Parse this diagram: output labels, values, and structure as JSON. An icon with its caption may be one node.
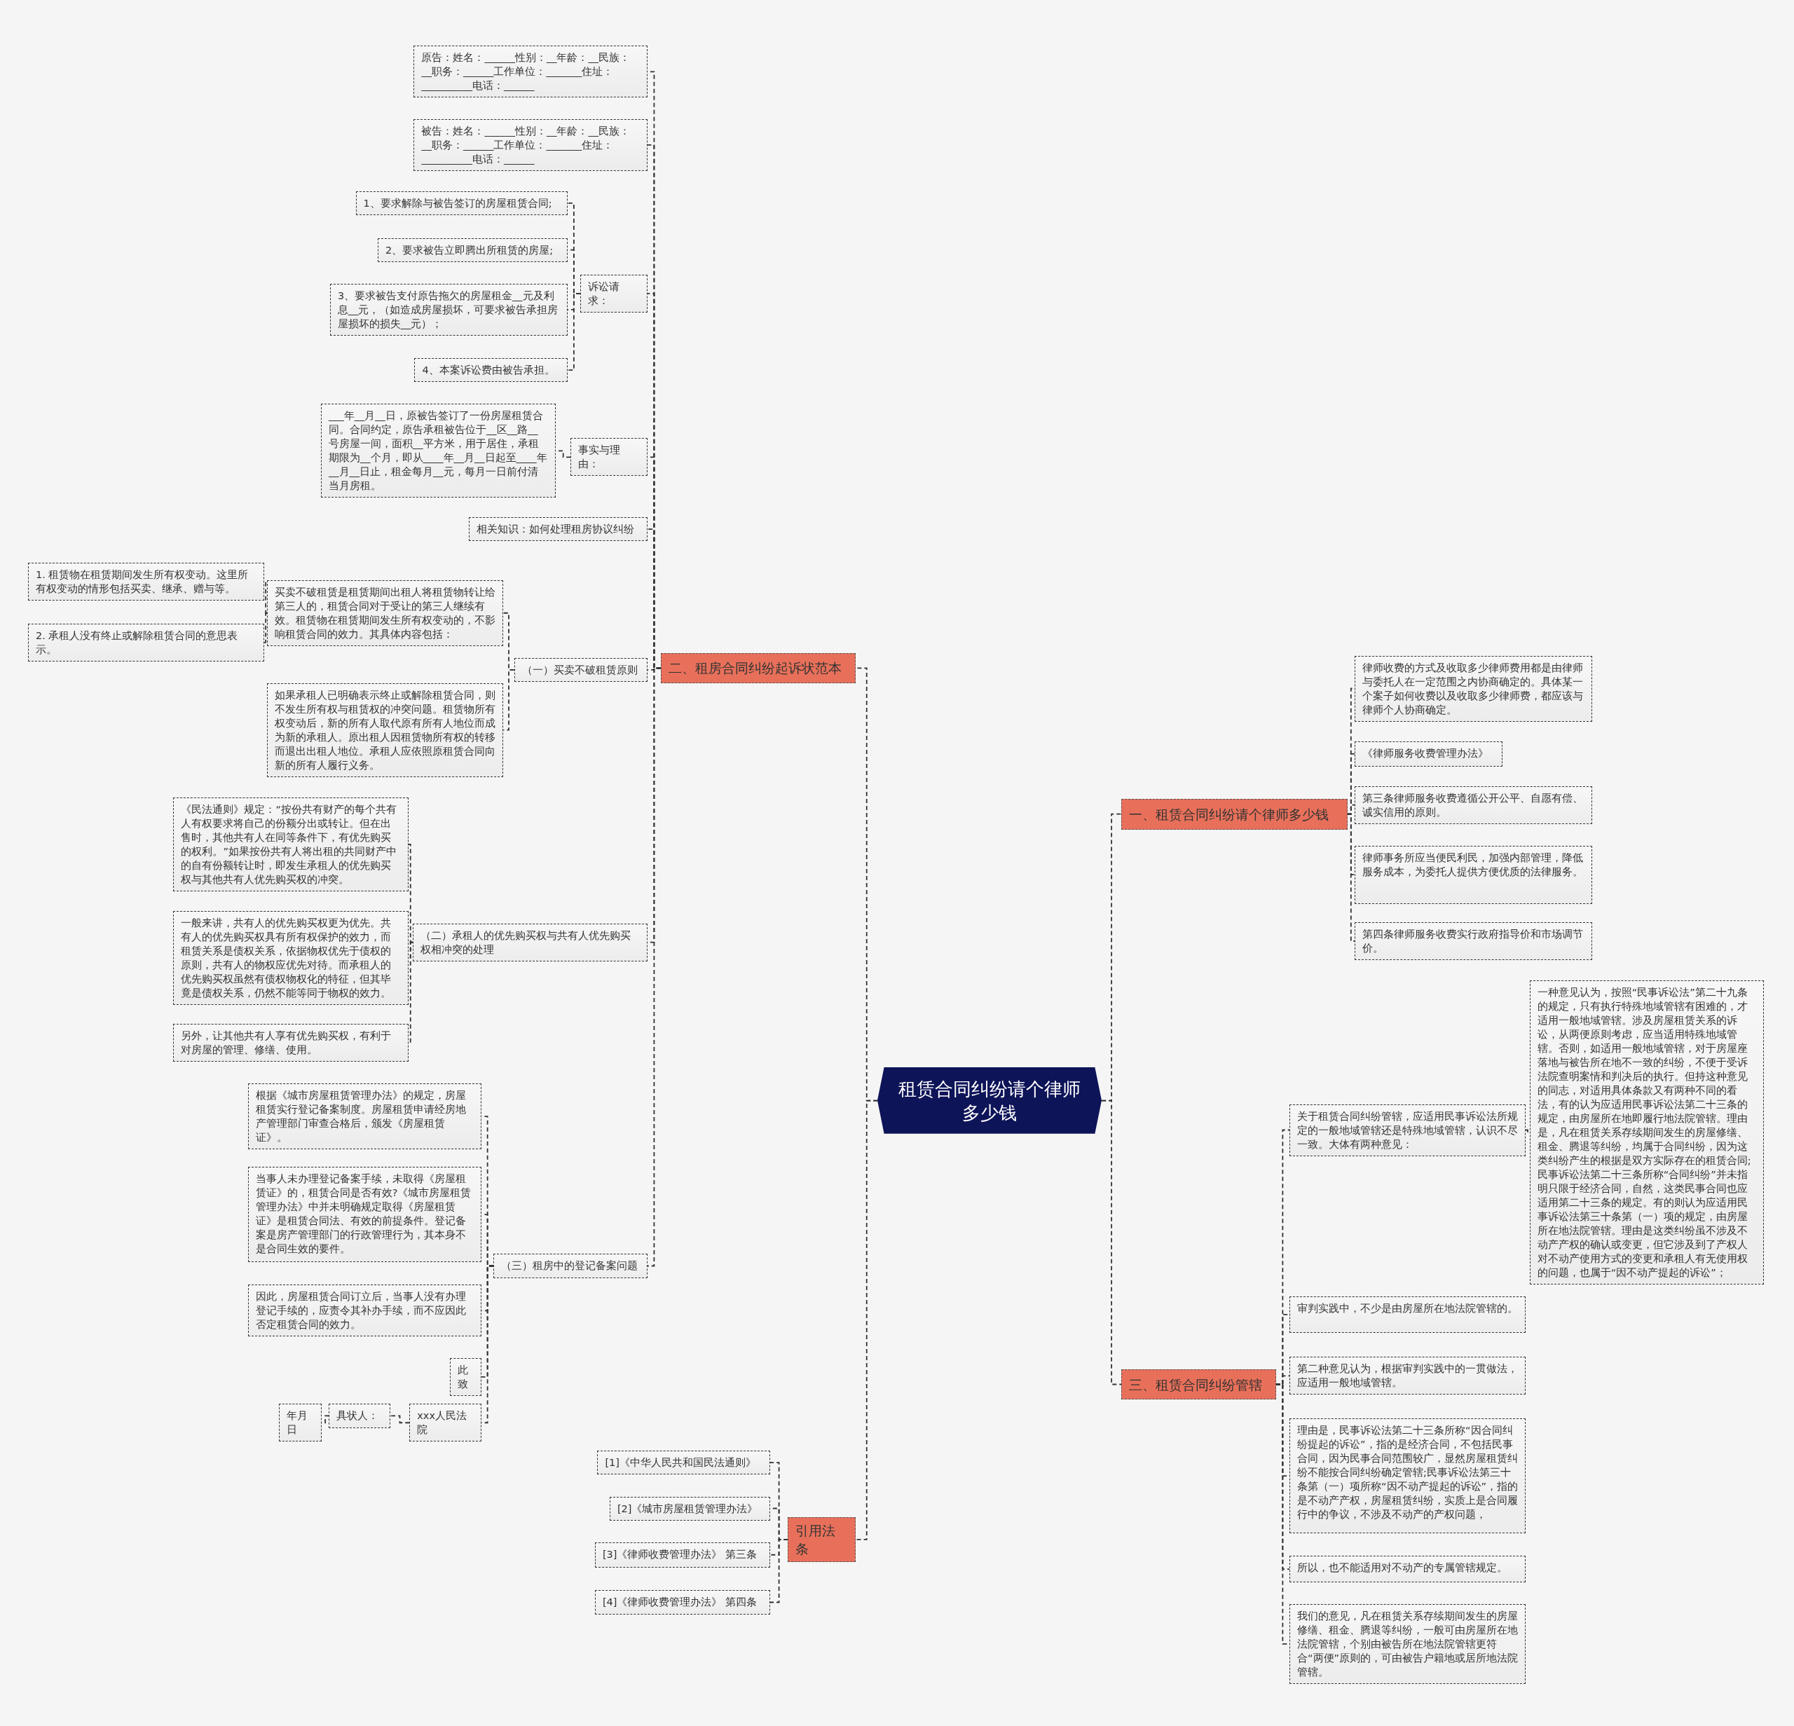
{
  "diagram": {
    "nodes": [
      {
        "text": [
          "租赁合同纠纷请个律师多少钱"
        ]
      },
      {
        "text": [
          "二、租房合同纠纷起诉状范本"
        ]
      },
      {
        "text": [
          "原告：姓名：______性别：__年龄：__民族：__职务：______工作单位：_______住址：__________电话：______"
        ]
      },
      {
        "text": [
          "被告：姓名：______性别：__年龄：__民族：__职务：______工作单位：_______住址：__________电话：______"
        ]
      },
      {
        "text": [
          "诉讼请求："
        ]
      },
      {
        "text": [
          "1、要求解除与被告签订的房屋租赁合同;"
        ]
      },
      {
        "text": [
          "2、要求被告立即腾出所租赁的房屋;"
        ]
      },
      {
        "text": [
          "3、要求被告支付原告拖欠的房屋租金__元及利息__元，（如造成房屋损坏，可要求被告承担房屋损坏的损失__元）；"
        ]
      },
      {
        "text": [
          "4、本案诉讼费由被告承担。"
        ]
      },
      {
        "text": [
          "事实与理由："
        ]
      },
      {
        "text": [
          "___年__月__日，原被告签订了一份房屋租赁合同。合同约定，原告承租被告位于__区__路__号房屋一间，面积__平方米，用于居住，承租期限为__个月，即从____年__月__日起至____年__月__日止，租金每月__元，每月一日前付清当月房租。"
        ]
      },
      {
        "text": [
          "相关知识：如何处理租房协议纠纷"
        ]
      },
      {
        "text": [
          "（一）买卖不破租赁原则"
        ]
      },
      {
        "text": [
          "买卖不破租赁是租赁期间出租人将租赁物转让给第三人的，租赁合同对于受让的第三人继续有效。租赁物在租赁期间发生所有权变动的，不影响租赁合同的效力。其具体内容包括："
        ]
      },
      {
        "text": [
          "1. 租赁物在租赁期间发生所有权变动。这里所有权变动的情形包括买卖、继承、赠与等。"
        ]
      },
      {
        "text": [
          "2. 承租人没有终止或解除租赁合同的意思表示。"
        ]
      },
      {
        "text": [
          "如果承租人已明确表示终止或解除租赁合同，则不发生所有权与租赁权的冲突问题。租赁物所有权变动后，新的所有人取代原有所有人地位而成为新的承租人。原出租人因租赁物所有权的转移而退出出租人地位。承租人应依照原租赁合同向新的所有人履行义务。"
        ]
      },
      {
        "text": [
          "（二）承租人的优先购买权与共有人优先购买权相冲突的处理"
        ]
      },
      {
        "text": [
          "《民法通则》规定：“按份共有财产的每个共有人有权要求将自己的份额分出或转让。但在出售时，其他共有人在同等条件下，有优先购买的权利。”如果按份共有人将出租的共同财产中的自有份额转让时，即发生承租人的优先购买权与其他共有人优先购买权的冲突。"
        ]
      },
      {
        "text": [
          "一般来讲，共有人的优先购买权更为优先。共有人的优先购买权具有所有权保护的效力，而租赁关系是债权关系，依据物权优先于债权的原则，共有人的物权应优先对待。而承租人的优先购买权虽然有债权物权化的特征，但其毕竟是债权关系，仍然不能等同于物权的效力。"
        ]
      },
      {
        "text": [
          "另外，让其他共有人享有优先购买权，有利于对房屋的管理、修缮、使用。"
        ]
      },
      {
        "text": [
          "（三）租房中的登记备案问题"
        ]
      },
      {
        "text": [
          "根据《城市房屋租赁管理办法》的规定，房屋租赁实行登记备案制度。房屋租赁申请经房地产管理部门审查合格后，颁发《房屋租赁证》。"
        ]
      },
      {
        "text": [
          "当事人未办理登记备案手续，未取得《房屋租赁证》的，租赁合同是否有效?《城市房屋租赁管理办法》中并未明确规定取得《房屋租赁证》是租赁合同法、有效的前提条件。登记备案是房产管理部门的行政管理行为，其本身不是合同生效的要件。"
        ]
      },
      {
        "text": [
          "因此，房屋租赁合同订立后，当事人没有办理登记手续的，应责令其补办手续，而不应因此否定租赁合同的效力。"
        ]
      },
      {
        "text": [
          "此致"
        ]
      },
      {
        "text": [
          "xxx人民法院"
        ]
      },
      {
        "text": [
          "具状人："
        ]
      },
      {
        "text": [
          "年月日"
        ]
      },
      {
        "text": [
          "引用法条"
        ]
      },
      {
        "text": [
          "[1]《中华人民共和国民法通则》"
        ]
      },
      {
        "text": [
          "[2]《城市房屋租赁管理办法》"
        ]
      },
      {
        "text": [
          "[3]《律师收费管理办法》 第三条"
        ]
      },
      {
        "text": [
          "[4]《律师收费管理办法》 第四条"
        ]
      },
      {
        "text": [
          "一、租赁合同纠纷请个律师多少钱"
        ]
      },
      {
        "text": [
          "律师收费的方式及收取多少律师费用都是由律师与委托人在一定范围之内协商确定的。具体某一个案子如何收费以及收取多少律师费，都应该与律师个人协商确定。"
        ]
      },
      {
        "text": [
          "《律师服务收费管理办法》"
        ]
      },
      {
        "text": [
          "第三条律师服务收费遵循公开公平、自愿有偿、诚实信用的原则。"
        ]
      },
      {
        "text": [
          "律师事务所应当便民利民，加强内部管理，降低服务成本，为委托人提供方便优质的法律服务。"
        ]
      },
      {
        "text": [
          "第四条律师服务收费实行政府指导价和市场调节价。"
        ]
      },
      {
        "text": [
          "三、租赁合同纠纷管辖"
        ]
      },
      {
        "text": [
          "关于租赁合同纠纷管辖，应适用民事诉讼法所规定的一般地域管辖还是特殊地域管辖，认识不尽一致。大体有两种意见："
        ]
      },
      {
        "text": [
          "一种意见认为，按照“民事诉讼法”第二十九条的规定，只有执行特殊地域管辖有困难的，才适用一般地域管辖。涉及房屋租赁关系的诉讼，从两便原则考虑，应当适用特殊地域管辖。否则，如适用一般地域管辖，对于房屋座落地与被告所在地不一致的纠纷，不便于受诉法院查明案情和判决后的执行。但持这种意见的同志，对适用具体条款又有两种不同的看法，有的认为应适用民事诉讼法第二十三条的规定，由房屋所在地即履行地法院管辖。理由是，凡在租赁关系存续期间发生的房屋修缮、租金、腾退等纠纷，均属于合同纠纷，因为这类纠纷产生的根据是双方实际存在的租赁合同;民事诉讼法第二十三条所称“合同纠纷”并未指明只限于经济合同，自然，这类民事合同也应适用第二十三条的规定。有的则认为应适用民事诉讼法第三十条第（一）项的规定，由房屋所在地法院管辖。理由是这类纠纷虽不涉及不动产产权的确认或变更，但它涉及到了产权人对不动产使用方式的变更和承租人有无使用权的问题，也属于“因不动产提起的诉讼”；"
        ]
      },
      {
        "text": [
          "审判实践中，不少是由房屋所在地法院管辖的。"
        ]
      },
      {
        "text": [
          "第二种意见认为，根据审判实践中的一贯做法，应适用一般地域管辖。"
        ]
      },
      {
        "text": [
          "理由是，民事诉讼法第二十三条所称“因合同纠纷提起的诉讼”，指的是经济合同，不包括民事合同，因为民事合同范围较广，显然房屋租赁纠纷不能按合同纠纷确定管辖;民事诉讼法第三十条第（一）项所称“因不动产提起的诉讼”，指的是不动产产权，房屋租赁纠纷，实质上是合同履行中的争议，不涉及不动产的产权问题，"
        ]
      },
      {
        "text": [
          "所以，也不能适用对不动产的专属管辖规定。"
        ]
      },
      {
        "text": [
          "我们的意见，凡在租赁关系存续期间发生的房屋修缮、租金、腾退等纠纷，一般可由房屋所在地法院管辖，个别由被告所在地法院管辖更符合“两便”原则的，可由被告户籍地或居所地法院管辖。"
        ]
      }
    ],
    "edges": [
      {
        "from": 0,
        "to": 1,
        "arrow": "none"
      },
      {
        "from": 1,
        "to": 2,
        "arrow": "none"
      },
      {
        "from": 1,
        "to": 3,
        "arrow": "none"
      },
      {
        "from": 1,
        "to": 4,
        "arrow": "none"
      },
      {
        "from": 4,
        "to": 5,
        "arrow": "none"
      },
      {
        "from": 4,
        "to": 6,
        "arrow": "none"
      },
      {
        "from": 4,
        "to": 7,
        "arrow": "none"
      },
      {
        "from": 4,
        "to": 8,
        "arrow": "none"
      },
      {
        "from": 1,
        "to": 9,
        "arrow": "none"
      },
      {
        "from": 9,
        "to": 10,
        "arrow": "none"
      },
      {
        "from": 1,
        "to": 11,
        "arrow": "none"
      },
      {
        "from": 1,
        "to": 12,
        "arrow": "none"
      },
      {
        "from": 12,
        "to": 13,
        "arrow": "none"
      },
      {
        "from": 13,
        "to": 14,
        "arrow": "none"
      },
      {
        "from": 13,
        "to": 15,
        "arrow": "none"
      },
      {
        "from": 12,
        "to": 16,
        "arrow": "none"
      },
      {
        "from": 1,
        "to": 17,
        "arrow": "none"
      },
      {
        "from": 17,
        "to": 18,
        "arrow": "none"
      },
      {
        "from": 17,
        "to": 19,
        "arrow": "none"
      },
      {
        "from": 17,
        "to": 20,
        "arrow": "none"
      },
      {
        "from": 1,
        "to": 21,
        "arrow": "none"
      },
      {
        "from": 21,
        "to": 22,
        "arrow": "none"
      },
      {
        "from": 21,
        "to": 23,
        "arrow": "none"
      },
      {
        "from": 21,
        "to": 24,
        "arrow": "none"
      },
      {
        "from": 21,
        "to": 25,
        "arrow": "none"
      },
      {
        "from": 21,
        "to": 26,
        "arrow": "none"
      },
      {
        "from": 26,
        "to": 27,
        "arrow": "none"
      },
      {
        "from": 27,
        "to": 28,
        "arrow": "none"
      },
      {
        "from": 0,
        "to": 29,
        "arrow": "none"
      },
      {
        "from": 29,
        "to": 30,
        "arrow": "none"
      },
      {
        "from": 29,
        "to": 31,
        "arrow": "none"
      },
      {
        "from": 29,
        "to": 32,
        "arrow": "none"
      },
      {
        "from": 29,
        "to": 33,
        "arrow": "none"
      },
      {
        "from": 0,
        "to": 34,
        "arrow": "none"
      },
      {
        "from": 34,
        "to": 35,
        "arrow": "none"
      },
      {
        "from": 34,
        "to": 36,
        "arrow": "none"
      },
      {
        "from": 34,
        "to": 37,
        "arrow": "none"
      },
      {
        "from": 34,
        "to": 38,
        "arrow": "none"
      },
      {
        "from": 34,
        "to": 39,
        "arrow": "none"
      },
      {
        "from": 0,
        "to": 40,
        "arrow": "none"
      },
      {
        "from": 40,
        "to": 41,
        "arrow": "none"
      },
      {
        "from": 41,
        "to": 42,
        "arrow": "none"
      },
      {
        "from": 40,
        "to": 43,
        "arrow": "none"
      },
      {
        "from": 40,
        "to": 44,
        "arrow": "none"
      },
      {
        "from": 40,
        "to": 45,
        "arrow": "none"
      },
      {
        "from": 40,
        "to": 46,
        "arrow": "none"
      },
      {
        "from": 40,
        "to": 47,
        "arrow": "none"
      }
    ]
  }
}
